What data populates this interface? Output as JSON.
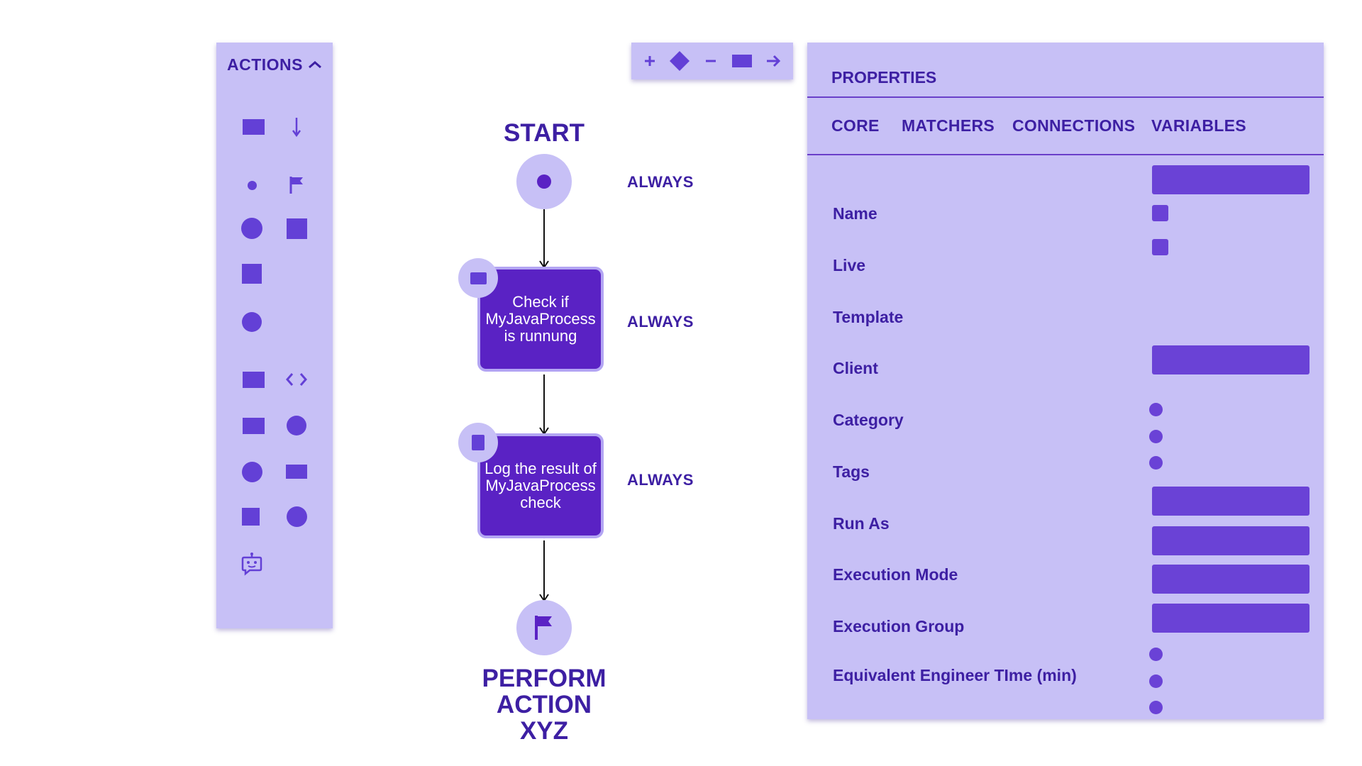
{
  "actions": {
    "title": "ACTIONS"
  },
  "canvas": {
    "start_label": "START",
    "step1_text": "Check if MyJavaProcess is runnung",
    "step2_text": "Log the result of MyJavaProcess check",
    "end_label_line1": "PERFORM ACTION",
    "end_label_line2": "XYZ",
    "conditions": [
      "ALWAYS",
      "ALWAYS",
      "ALWAYS"
    ]
  },
  "properties": {
    "title": "PROPERTIES",
    "tabs": [
      "CORE",
      "MATCHERS",
      "CONNECTIONS",
      "VARIABLES"
    ],
    "labels": [
      "Name",
      "Live",
      "Template",
      "Client",
      "Category",
      "Tags",
      "Run As",
      "Execution Mode",
      "Execution Group",
      "Equivalent Engineer TIme (min)"
    ]
  },
  "colors": {
    "panel": "#c7c0f6",
    "accent": "#6340d6",
    "node": "#5a22c4",
    "text": "#3d1fa3"
  }
}
